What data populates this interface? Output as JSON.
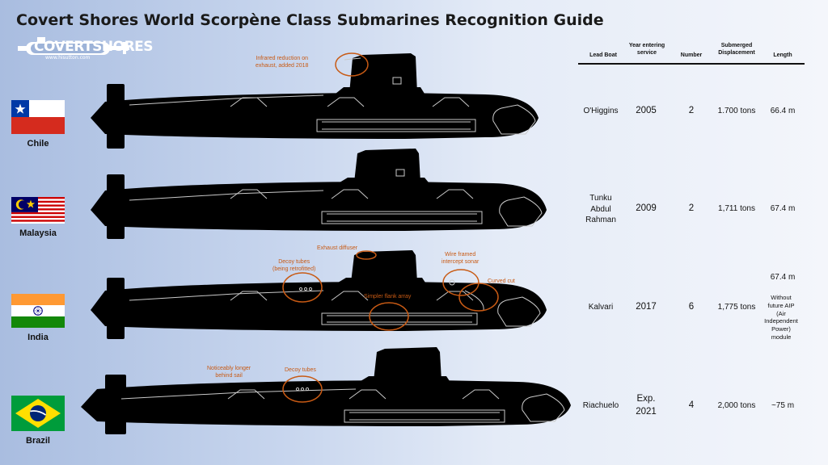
{
  "title": "Covert Shores World Scorpène Class Submarines Recognition Guide",
  "logo": {
    "text": "COVERTSHORES",
    "subtext": "www.hisutton.com"
  },
  "colors": {
    "annotation": "#c85a14",
    "hull": "#000000",
    "detail": "#c9c9c9"
  },
  "headers": {
    "lead_boat": "Lead Boat",
    "year_line1": "Year entering",
    "year_line2": "service",
    "number": "Number",
    "disp_line1": "Submerged",
    "disp_line2": "Displacement",
    "length": "Length"
  },
  "rows": [
    {
      "country": "Chile",
      "flag": "chile-flag",
      "lead_boat": "O'Higgins",
      "year": "2005",
      "number": "2",
      "displacement": "1.700 tons",
      "length": "66.4 m"
    },
    {
      "country": "Malaysia",
      "flag": "malaysia-flag",
      "lead_boat_lines": [
        "Tunku",
        "Abdul",
        "Rahman"
      ],
      "year": "2009",
      "number": "2",
      "displacement": "1,711 tons",
      "length": "67.4 m"
    },
    {
      "country": "India",
      "flag": "india-flag",
      "lead_boat": "Kalvari",
      "year": "2017",
      "number": "6",
      "displacement": "1,775 tons",
      "length": "67.4 m",
      "length_note": [
        "Without",
        "future AIP",
        "(Air",
        "Independent",
        "Power)",
        "module"
      ]
    },
    {
      "country": "Brazil",
      "flag": "brazil-flag",
      "lead_boat": "Riachuelo",
      "year_lines": [
        "Exp.",
        "2021"
      ],
      "number": "4",
      "displacement": "2,000 tons",
      "length": "~75 m"
    }
  ],
  "annotations": {
    "chile_ir": [
      "Infrared reduction on",
      "exhaust, added 2018"
    ],
    "india_exhaust": "Exhaust diffuser",
    "india_decoy": [
      "Decoy tubes",
      "(being retrofitted)"
    ],
    "india_sonar": [
      "Wire framed",
      "intercept sonar"
    ],
    "india_curved": "Curved cut",
    "india_flank": "Simpler flank array",
    "brazil_longer": [
      "Noticeably longer",
      "behind sail"
    ],
    "brazil_decoy": "Decoy tubes"
  }
}
